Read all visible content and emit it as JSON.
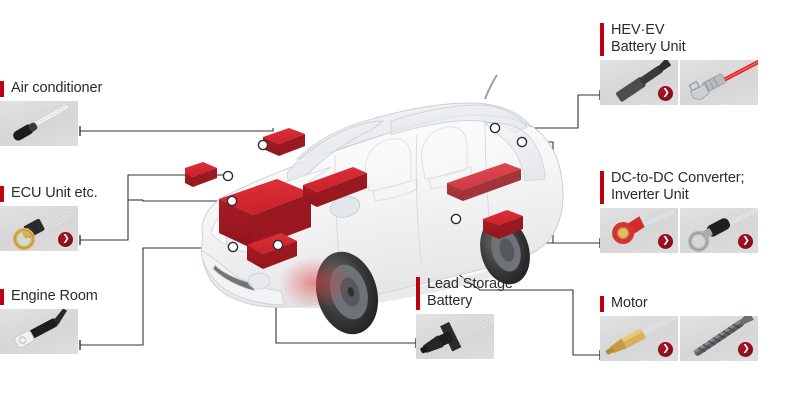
{
  "diagram": {
    "subject": "automotive-wire-harness-component-map",
    "vehicle_illustration": "translucent-white-hatchback-car-cutaway"
  },
  "colors": {
    "accent_bar": "#c0000f",
    "arrow_button": "#8c0f1e",
    "thumb_background": "#dcdcdc",
    "component_highlight": "#c9202b",
    "connector_line": "#333333",
    "title_text": "#2b2b2b",
    "page_background": "#ffffff"
  },
  "callouts": [
    {
      "id": "air-conditioner",
      "title": "Air conditioner",
      "thumbs": [
        {
          "icon": "black-tipped-probe-connector-icon",
          "has_arrow": false
        }
      ]
    },
    {
      "id": "ecu-unit",
      "title": "ECU Unit etc.",
      "thumbs": [
        {
          "icon": "gold-ring-terminal-connector-icon",
          "has_arrow": true
        }
      ]
    },
    {
      "id": "engine-room",
      "title": "Engine Room",
      "thumbs": [
        {
          "icon": "black-blade-terminal-icon",
          "has_arrow": false
        }
      ]
    },
    {
      "id": "hev-ev-battery-unit",
      "title": "HEV·EV\nBattery Unit",
      "thumbs": [
        {
          "icon": "grey-flat-blade-terminal-icon",
          "has_arrow": true
        },
        {
          "icon": "red-cable-crimp-terminal-icon",
          "has_arrow": false
        }
      ]
    },
    {
      "id": "dc-to-dc-converter-inverter-unit",
      "title": "DC-to-DC Converter;\nInverter Unit",
      "thumbs": [
        {
          "icon": "red-ring-terminal-icon",
          "has_arrow": true
        },
        {
          "icon": "silver-ring-terminal-black-sleeve-icon",
          "has_arrow": true
        }
      ]
    },
    {
      "id": "motor",
      "title": "Motor",
      "thumbs": [
        {
          "icon": "gold-bullet-pin-terminal-icon",
          "has_arrow": true
        },
        {
          "icon": "braided-shield-cable-icon",
          "has_arrow": true
        }
      ]
    },
    {
      "id": "lead-storage-battery",
      "title": "Lead Storage\nBattery",
      "thumbs": [
        {
          "icon": "black-battery-post-clamp-icon",
          "has_arrow": false
        }
      ]
    }
  ],
  "hotspots": [
    {
      "id": "hotspot-air-conditioner",
      "label": "air conditioner component marker"
    },
    {
      "id": "hotspot-ecu-upper",
      "label": "ecu unit upper marker"
    },
    {
      "id": "hotspot-ecu-main",
      "label": "ecu unit main block marker"
    },
    {
      "id": "hotspot-engine-room",
      "label": "engine room marker"
    },
    {
      "id": "hotspot-lead-battery",
      "label": "lead storage battery marker"
    },
    {
      "id": "hotspot-dcdc",
      "label": "dc-to-dc converter marker"
    },
    {
      "id": "hotspot-hev-battery",
      "label": "hev ev battery unit marker"
    },
    {
      "id": "hotspot-motor",
      "label": "motor marker"
    }
  ]
}
